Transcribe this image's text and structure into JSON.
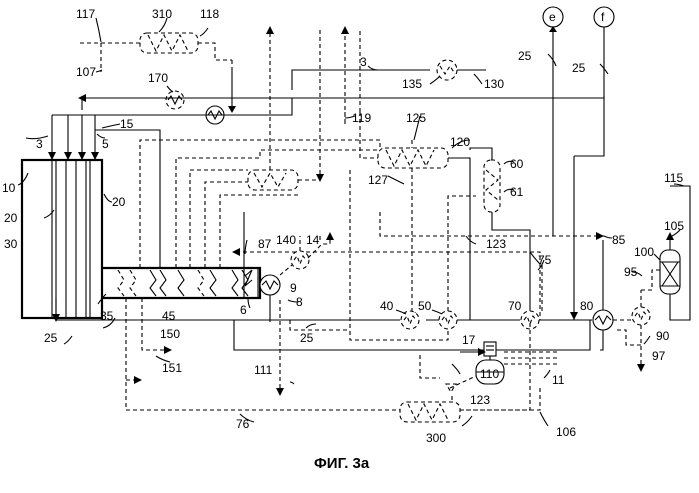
{
  "caption": "ФИГ. 3а",
  "labels": {
    "n117": "117",
    "n310": "310",
    "n118": "118",
    "n107": "107",
    "n170": "170",
    "n3a": "3",
    "n135": "135",
    "n130": "130",
    "n3b": "3",
    "n5": "5",
    "n15": "15",
    "n119": "119",
    "n125": "125",
    "n120": "120",
    "n127": "127",
    "n60": "60",
    "n61": "61",
    "n10": "10",
    "n20a": "20",
    "n20b": "20",
    "n30": "30",
    "n87": "87",
    "n140": "140",
    "n14": "14",
    "n9": "9",
    "n8": "8",
    "n6": "6",
    "n45": "45",
    "n35": "35",
    "n25a": "25",
    "n25b": "25",
    "n150": "150",
    "n151": "151",
    "n111": "111",
    "n40": "40",
    "n50": "50",
    "n123a": "123",
    "n75": "75",
    "n70": "70",
    "n85": "85",
    "n80": "80",
    "n95": "95",
    "n100": "100",
    "n105": "105",
    "n115": "115",
    "n90": "90",
    "n97": "97",
    "n17": "17",
    "n110": "110",
    "n11": "11",
    "n123b": "123",
    "n76": "76",
    "n300": "300",
    "n106": "106",
    "n25c": "25",
    "n25d": "25",
    "e": "e",
    "f": "f"
  }
}
